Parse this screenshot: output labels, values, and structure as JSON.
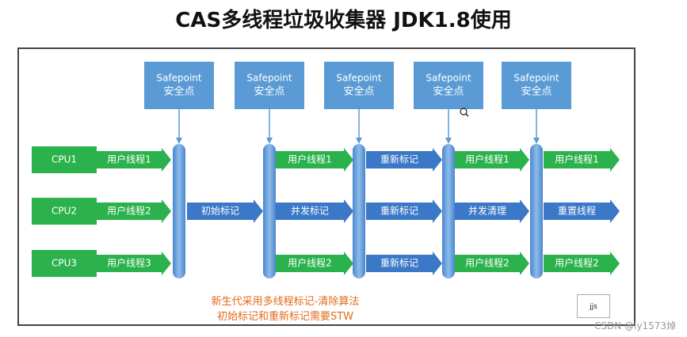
{
  "title": "CAS多线程垃圾收集器   JDK1.8使用",
  "safepoint": {
    "line1": "Safepoint",
    "line2": "安全点"
  },
  "cpus": [
    "CPU1",
    "CPU2",
    "CPU3"
  ],
  "rows": [
    [
      "用户线程1",
      "用户线程1",
      "重新标记",
      "用户线程1",
      "用户线程1"
    ],
    [
      "用户线程2",
      "初始标记",
      "并发标记",
      "重新标记",
      "并发清理",
      "重置线程"
    ],
    [
      "用户线程3",
      "用户线程2",
      "重新标记",
      "用户线程2",
      "用户线程2"
    ]
  ],
  "caption": {
    "line1": "新生代采用多线程标记-清除算法",
    "line2": "初始标记和重新标记需要STW"
  },
  "badge": "jjs",
  "watermark": "CSDN @ly1573焯",
  "colors": {
    "green": "#2bb24c",
    "blue": "#3b78c7",
    "light_blue": "#5b9bd5",
    "caption": "#e06a1a"
  }
}
